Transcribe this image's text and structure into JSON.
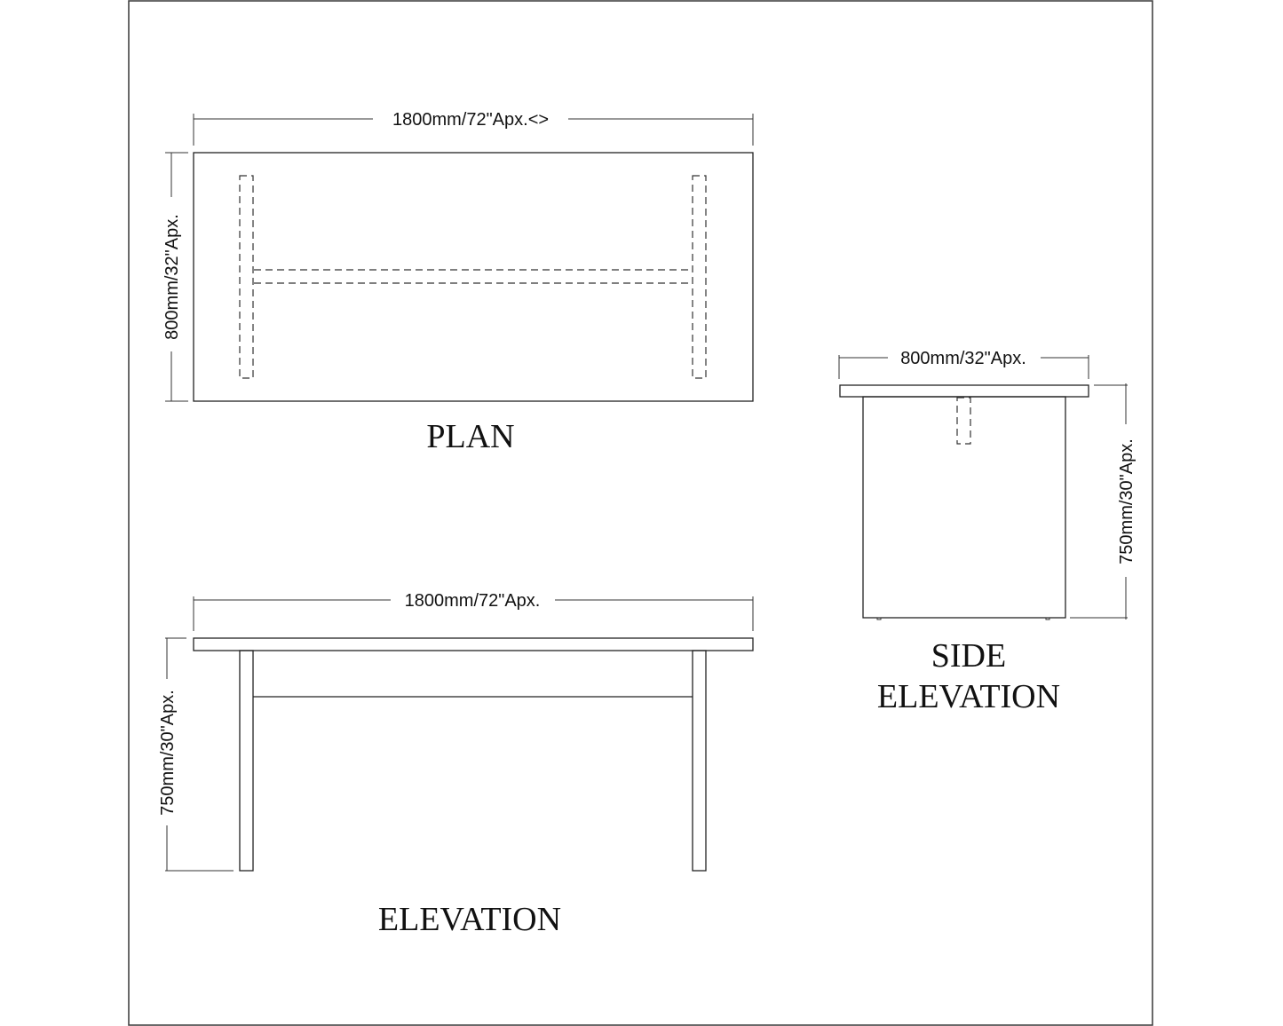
{
  "drawing": {
    "colors": {
      "line": "#222222",
      "background": "#ffffff",
      "text": "#111111"
    },
    "plan": {
      "title": "PLAN",
      "width_dim": "1800mm/72\"Apx.<>",
      "depth_dim": "800mm/32\"Apx."
    },
    "elevation": {
      "title": "ELEVATION",
      "width_dim": "1800mm/72\"Apx.",
      "height_dim": "750mm/30\"Apx."
    },
    "side_elevation": {
      "title_line1": "SIDE",
      "title_line2": "ELEVATION",
      "width_dim": "800mm/32\"Apx.",
      "height_dim": "750mm/30\"Apx."
    }
  }
}
